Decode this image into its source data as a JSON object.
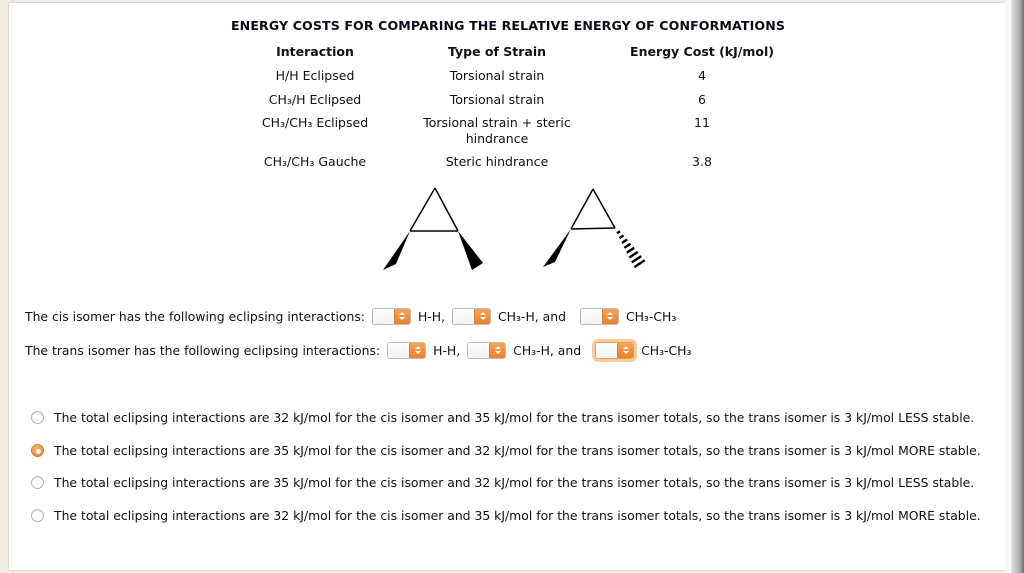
{
  "title": "ENERGY COSTS FOR COMPARING THE RELATIVE ENERGY OF CONFORMATIONS",
  "table": {
    "headers": [
      "Interaction",
      "Type of Strain",
      "Energy Cost (kJ/mol)"
    ],
    "rows": [
      [
        "H/H Eclipsed",
        "Torsional strain",
        "4"
      ],
      [
        "CH₃/H Eclipsed",
        "Torsional strain",
        "6"
      ],
      [
        "CH₃/CH₃ Eclipsed",
        "Torsional strain + steric hindrance",
        "11"
      ],
      [
        "CH₃/CH₃ Gauche",
        "Steric hindrance",
        "3.8"
      ]
    ]
  },
  "structures": {
    "cis": "cis-isomer-structure",
    "trans": "trans-isomer-structure"
  },
  "questions": {
    "cis": {
      "label": "The cis isomer has the following eclipsing interactions:",
      "selects": [
        {
          "value": "",
          "suffix": "H-H,",
          "focused": false
        },
        {
          "value": "",
          "suffix": "CH₃-H, and",
          "focused": false
        },
        {
          "value": "",
          "suffix": "CH₃-CH₃",
          "focused": false
        }
      ]
    },
    "trans": {
      "label": "The trans isomer has the following eclipsing interactions:",
      "selects": [
        {
          "value": "",
          "suffix": "H-H,",
          "focused": false
        },
        {
          "value": "",
          "suffix": "CH₃-H, and",
          "focused": false
        },
        {
          "value": "",
          "suffix": "CH₃-CH₃",
          "focused": true
        }
      ]
    }
  },
  "choices": [
    {
      "text": "The total eclipsing interactions are 32 kJ/mol for the cis isomer and 35 kJ/mol for the trans isomer totals, so the trans isomer is 3 kJ/mol LESS stable.",
      "selected": false
    },
    {
      "text": "The total eclipsing interactions are 35 kJ/mol for the cis isomer and 32 kJ/mol for the trans isomer totals, so the trans isomer is 3 kJ/mol MORE stable.",
      "selected": true
    },
    {
      "text": "The total eclipsing interactions are 35 kJ/mol for the cis isomer and 32 kJ/mol for the trans isomer totals, so the trans isomer is 3 kJ/mol LESS stable.",
      "selected": false
    },
    {
      "text": "The total eclipsing interactions are 32 kJ/mol for the cis isomer and 35 kJ/mol for the trans isomer totals, so the trans isomer is 3 kJ/mol MORE stable.",
      "selected": false
    }
  ],
  "colors": {
    "accent_orange": "#ec7f2c",
    "selected_radio": "#ec8f3f",
    "focus_glow": "#f7cba0",
    "frame_beige": "#f1ede5"
  }
}
